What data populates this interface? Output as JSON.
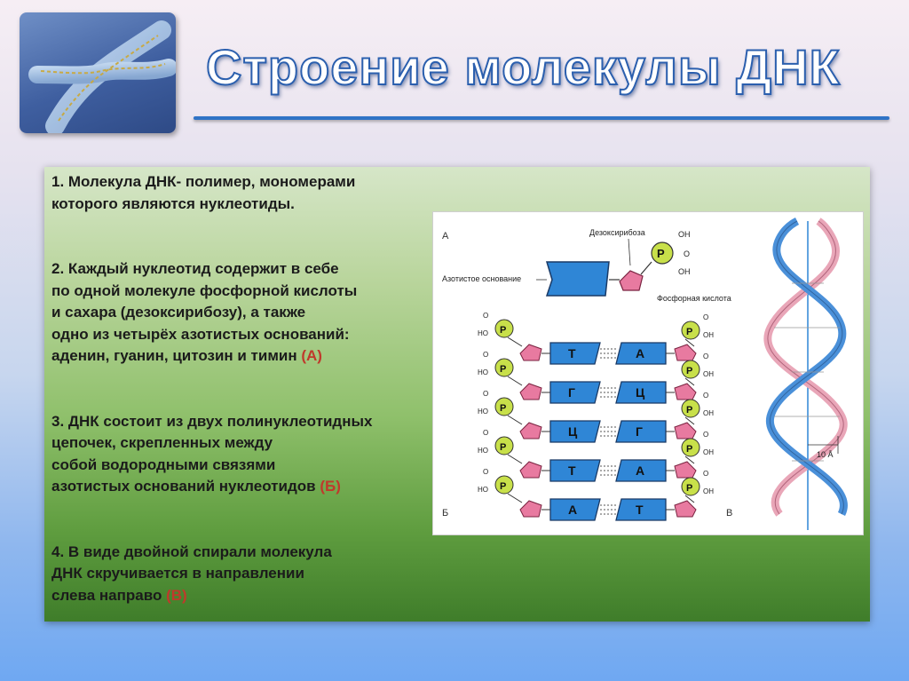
{
  "title": "Строение молекулы ДНК",
  "paragraphs": [
    {
      "text": "1. Молекула ДНК- полимер, мономерами\nкоторого являются нуклеотиды.",
      "mark": ""
    },
    {
      "text": "2. Каждый нуклеотид содержит в себе\n по одной молекуле фосфорной кислоты\nи сахара (дезоксирибозу), а также\nодно из четырёх азотистых оснований:\nаденин, гуанин, цитозин и тимин ",
      "mark": "(А)"
    },
    {
      "text": "3. ДНК состоит из двух  полинуклеотидных\nцепочек, скрепленных между\nсобой водородными связями\nазотистых оснований нуклеотидов ",
      "mark": "(Б)"
    },
    {
      "text": "4. В виде двойной спирали молекула\nДНК скручивается в направлении\nслева направо ",
      "mark": "(В)"
    }
  ],
  "figure": {
    "label_a": "А",
    "label_b": "Б",
    "label_v": "В",
    "deoxyribose": "Дезоксирибоза",
    "base": "Азотистое основание",
    "phosphoric": "Фосфорная кислота",
    "oh": "OH",
    "o": "O",
    "ho": "HO",
    "p": "P",
    "dist": "10 Å",
    "pairs": [
      [
        "Т",
        "А"
      ],
      [
        "Г",
        "Ц"
      ],
      [
        "Ц",
        "Г"
      ],
      [
        "Т",
        "А"
      ],
      [
        "А",
        "Т"
      ]
    ]
  },
  "colors": {
    "base_blue": "#2f86d6",
    "sugar_pink": "#e87aa0",
    "phosphate": "#c8e04a",
    "helix_blue": "#4a90d9",
    "helix_pink": "#e9a6b8"
  }
}
